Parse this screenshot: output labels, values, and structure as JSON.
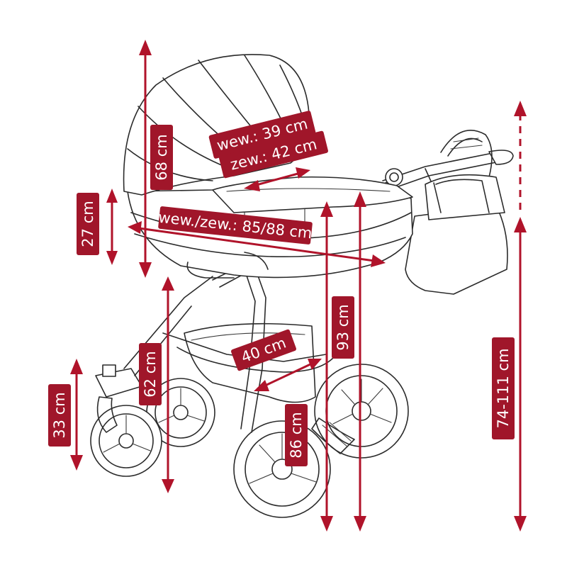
{
  "colors": {
    "dimension": "#b0132a",
    "label_background": "#a0162a",
    "label_text": "#ffffff",
    "line_art": "#2b2b2b"
  },
  "dimensions": {
    "height_carrycot_total": "68 cm",
    "carrycot_depth": "27 cm",
    "width_inner": "wew.: 39 cm",
    "width_outer": "zew.: 42 cm",
    "length_inner_outer": "wew./zew.: 85/88 cm",
    "carrycot_floor_height": "62 cm",
    "chassis_width": "40 cm",
    "handle_height": "93 cm",
    "total_height": "86 cm",
    "front_wheel_height": "33 cm",
    "handle_adjustment_range": "74-111 cm"
  }
}
